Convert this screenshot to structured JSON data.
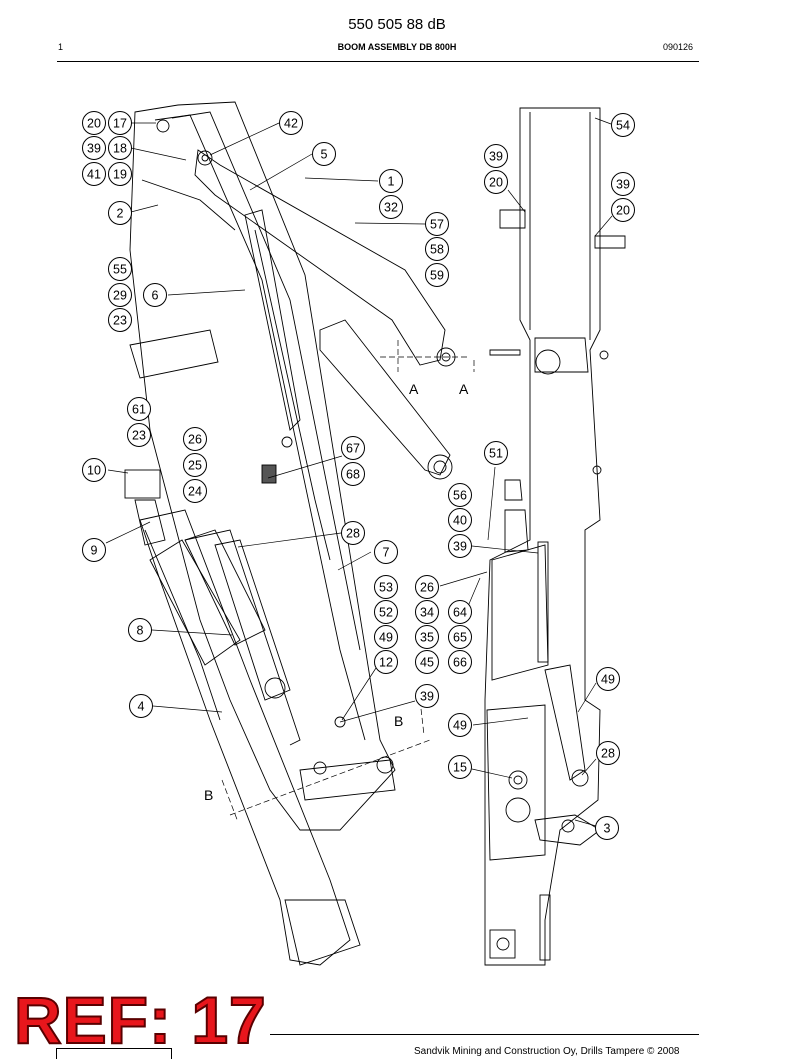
{
  "header": {
    "doc_title": "550 505 88 dB",
    "page_number": "1",
    "section_title": "BOOM ASSEMBLY DB 800H",
    "doc_code": "090126"
  },
  "stamp": {
    "text": "REF: 17"
  },
  "footer": {
    "copyright": "Sandvik Mining and Construction Oy, Drills Tampere © 2008"
  },
  "callouts": [
    "20",
    "17",
    "39",
    "18",
    "41",
    "19",
    "42",
    "5",
    "1",
    "32",
    "2",
    "57",
    "58",
    "59",
    "55",
    "29",
    "6",
    "23",
    "54",
    "39",
    "20",
    "39",
    "20",
    "61",
    "23",
    "26",
    "25",
    "24",
    "67",
    "68",
    "10",
    "51",
    "56",
    "40",
    "9",
    "28",
    "7",
    "39",
    "53",
    "26",
    "52",
    "34",
    "64",
    "49",
    "35",
    "65",
    "12",
    "45",
    "66",
    "8",
    "49",
    "4",
    "39",
    "49",
    "28",
    "15",
    "3"
  ],
  "section_marks": [
    "A",
    "A",
    "B",
    "B"
  ],
  "colors": {
    "stamp_red": "#e8161c",
    "line": "#000000"
  }
}
